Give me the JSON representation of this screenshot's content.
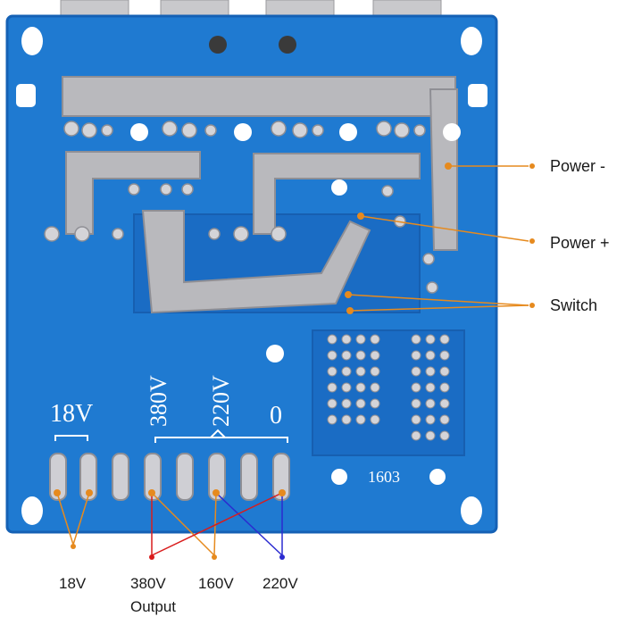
{
  "board": {
    "silkscreen": {
      "v18": "18V",
      "v380": "380V",
      "v220": "220V",
      "v0": "0",
      "model": "1603"
    },
    "colors": {
      "pcb": "#1f7ad1",
      "pcb_dark": "#1561b5",
      "solder": "#b9b9bd",
      "callout_orange": "#e68a1e",
      "marker_red": "#d91c1c",
      "marker_blue": "#2b2bd0"
    }
  },
  "callouts": {
    "power_neg": "Power -",
    "power_pos": "Power +",
    "switch": "Switch"
  },
  "terminals": {
    "t18": "18V",
    "t380": "380V",
    "t160": "160V",
    "t220": "220V",
    "output": "Output"
  }
}
